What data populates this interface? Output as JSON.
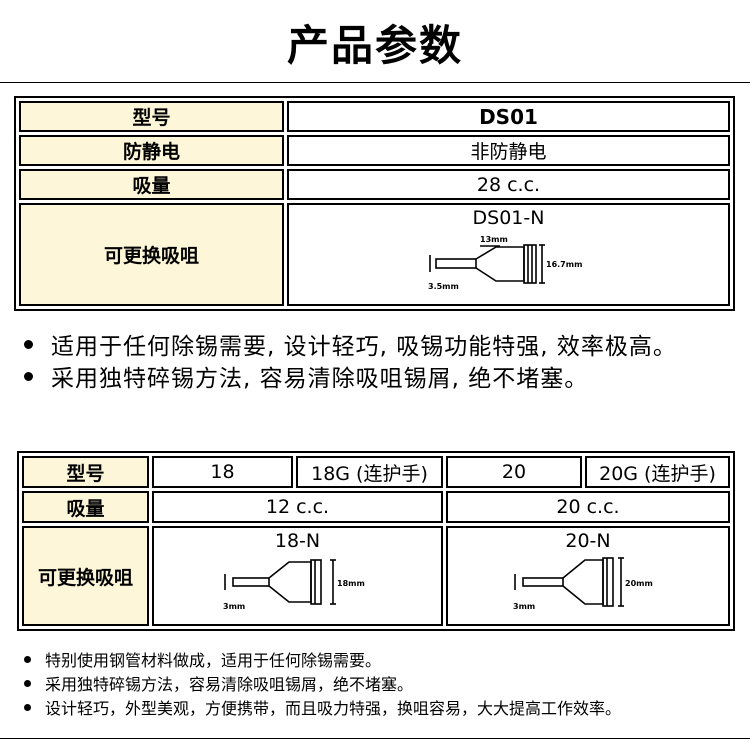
{
  "title": "产品参数",
  "table1": {
    "rows": [
      {
        "label": "型号",
        "value": "DS01"
      },
      {
        "label": "防静电",
        "value": "非防静电"
      },
      {
        "label": "吸量",
        "value": "28 c.c."
      },
      {
        "label": "可更换吸咀",
        "value": "DS01-N"
      }
    ],
    "diagram": {
      "length_label": "13mm",
      "diameter_label": "16.7mm",
      "tip_label": "3.5mm"
    }
  },
  "bullets1": [
    "适用于任何除锡需要, 设计轻巧, 吸锡功能特强, 效率极高。",
    "采用独特碎锡方法, 容易清除吸咀锡屑, 绝不堵塞。"
  ],
  "table2": {
    "header": {
      "label": "型号",
      "models": [
        "18",
        "18G (连护手)",
        "20",
        "20G (连护手)"
      ]
    },
    "suction": {
      "label": "吸量",
      "values": [
        "12 c.c.",
        "20 c.c."
      ]
    },
    "nozzle": {
      "label": "可更换吸咀",
      "items": [
        {
          "name": "18-N",
          "diameter_label": "18mm",
          "tip_label": "3mm"
        },
        {
          "name": "20-N",
          "diameter_label": "20mm",
          "tip_label": "3mm"
        }
      ]
    }
  },
  "bullets2": [
    "特别使用钢管材料做成，适用于任何除锡需要。",
    "采用独特碎锡方法，容易清除吸咀锡屑，绝不堵塞。",
    "设计轻巧，外型美观，方便携带，而且吸力特强，换咀容易，大大提高工作效率。"
  ]
}
